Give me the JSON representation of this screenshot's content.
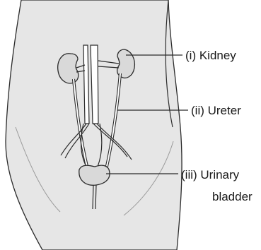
{
  "labels": {
    "kidney": "(i) Kidney",
    "ureter": "(ii) Ureter",
    "bladder_line1": "(iii) Urinary",
    "bladder_line2": "bladder"
  },
  "colors": {
    "body_fill": "#e6e6e6",
    "outline": "#2b2b2b",
    "vessel_fill": "#ffffff",
    "organ_fill": "#d9d9d9",
    "text": "#1a1a1a"
  }
}
